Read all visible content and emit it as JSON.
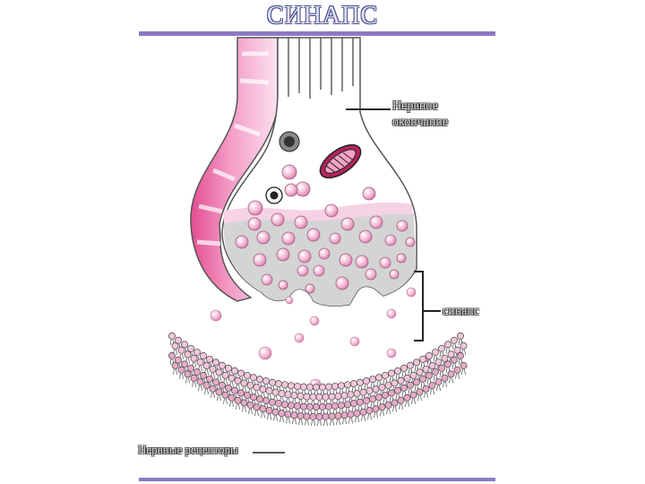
{
  "title": "СИНАПС",
  "labels": {
    "nerve_ending_line1": "Нервное",
    "nerve_ending_line2": "окончание",
    "synapse": "синапс",
    "receptors": "Нервные рецепторы"
  },
  "colors": {
    "rule": "#8c79c4",
    "membrane": "#e24f8f",
    "vesicle": "#f2b8d3",
    "cytoplasm": "#d4d4d4"
  }
}
